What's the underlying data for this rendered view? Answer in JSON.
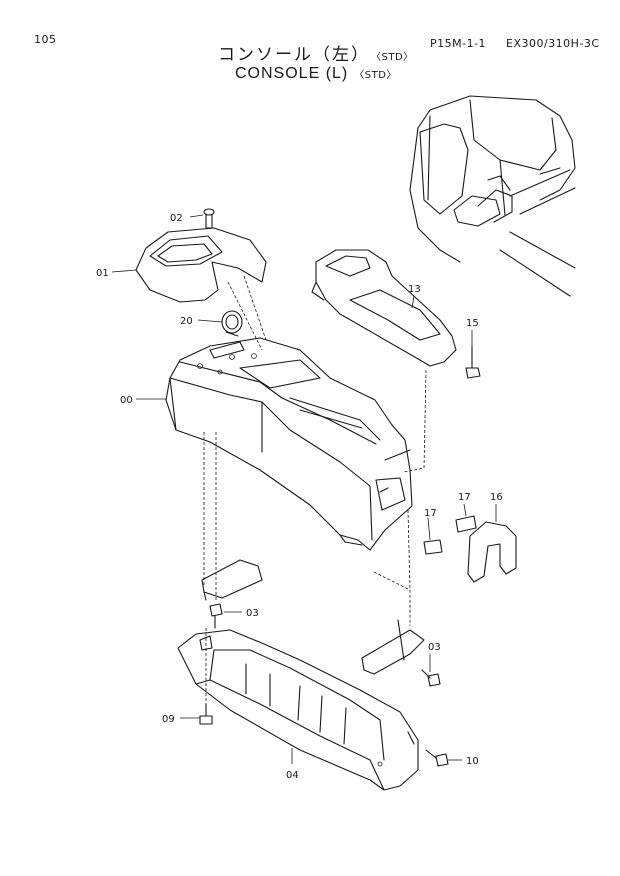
{
  "header": {
    "page_number": "105",
    "figure_code": "P15M-1-1",
    "model": "EX300/310H-3C"
  },
  "title": {
    "japanese": "コンソール（左）",
    "english": "CONSOLE (L)",
    "std_tag_jp": "〈STD〉",
    "std_tag_en": "〈STD〉"
  },
  "callouts": {
    "c00": "00",
    "c01": "01",
    "c02": "02",
    "c03a": "03",
    "c03b": "03",
    "c04": "04",
    "c09": "09",
    "c10": "10",
    "c13": "13",
    "c15": "15",
    "c16": "16",
    "c17a": "17",
    "c17b": "17",
    "c20": "20"
  }
}
